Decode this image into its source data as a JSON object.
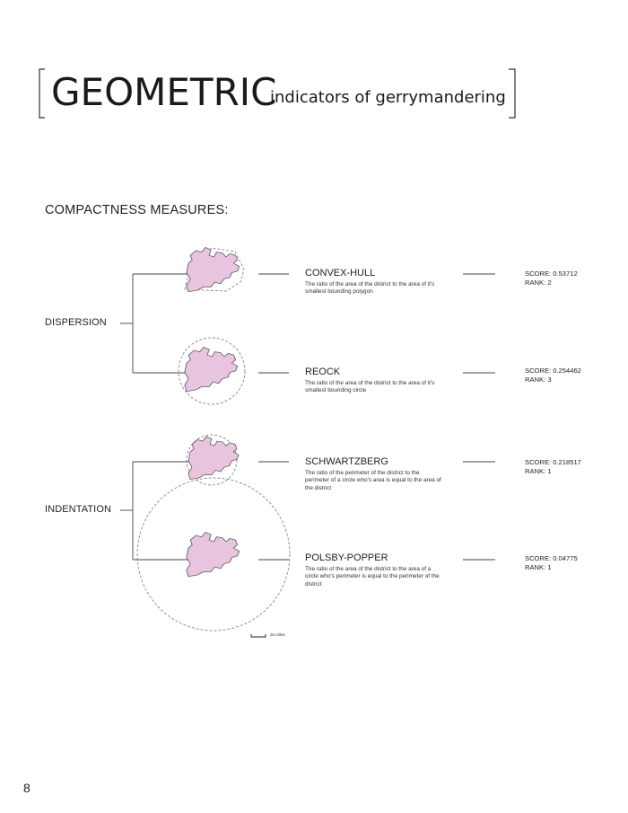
{
  "header": {
    "title": "GEOMETRIC",
    "subtitle": "indicators of gerrymandering"
  },
  "section_title": "COMPACTNESS MEASURES:",
  "groups": [
    {
      "label": "DISPERSION"
    },
    {
      "label": "INDENTATION"
    }
  ],
  "measures": [
    {
      "name": "CONVEX-HULL",
      "description": "The ratio of the area of the district to the area of it's smallest bounding polygon",
      "score": "SCORE: 0.53712",
      "rank": "RANK: 2"
    },
    {
      "name": "REOCK",
      "description": "The ratio of the area of the district to the area of it's smallest bounding circle",
      "score": "SCORE: 0.254462",
      "rank": "RANK: 3"
    },
    {
      "name": "SCHWARTZBERG",
      "description": "The ratio of the perimeter of  the district to the perimeter of a circle who's area is equal to the area of the district",
      "score": "SCORE: 0.218517",
      "rank": "RANK: 1"
    },
    {
      "name": "POLSBY-POPPER",
      "description": "The ratio of the area of the district to the area of a circle who's perimeter is equal to the perimeter of the district",
      "score": "SCORE: 0.04775",
      "rank": "RANK: 1"
    }
  ],
  "scale_bar": {
    "label": "25 miles"
  },
  "page_number": "8",
  "colors": {
    "district_fill": "#e8c4df",
    "district_stroke": "#555555",
    "line": "#444444",
    "dashed": "#888888"
  }
}
